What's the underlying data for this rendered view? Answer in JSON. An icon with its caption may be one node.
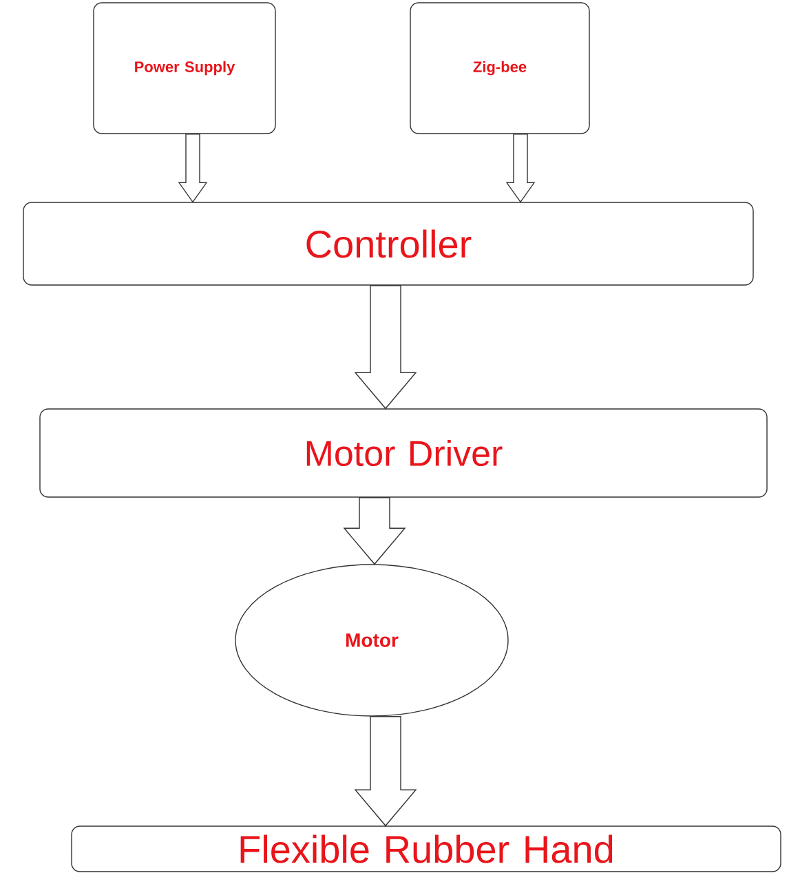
{
  "diagram": {
    "nodes": [
      {
        "text": [
          "Power Supply"
        ]
      },
      {
        "text": [
          "Zig-bee"
        ]
      },
      {
        "text": [
          "Controller"
        ]
      },
      {
        "text": [
          "Motor Driver"
        ]
      },
      {
        "text": [
          "Motor"
        ]
      },
      {
        "text": [
          "Flexible Rubber Hand"
        ]
      }
    ],
    "edges": [
      {
        "from": 0,
        "to": 2,
        "arrow": "to"
      },
      {
        "from": 1,
        "to": 2,
        "arrow": "to"
      },
      {
        "from": 2,
        "to": 3,
        "arrow": "to"
      },
      {
        "from": 3,
        "to": 4,
        "arrow": "to"
      },
      {
        "from": 4,
        "to": 5,
        "arrow": "to"
      }
    ]
  }
}
